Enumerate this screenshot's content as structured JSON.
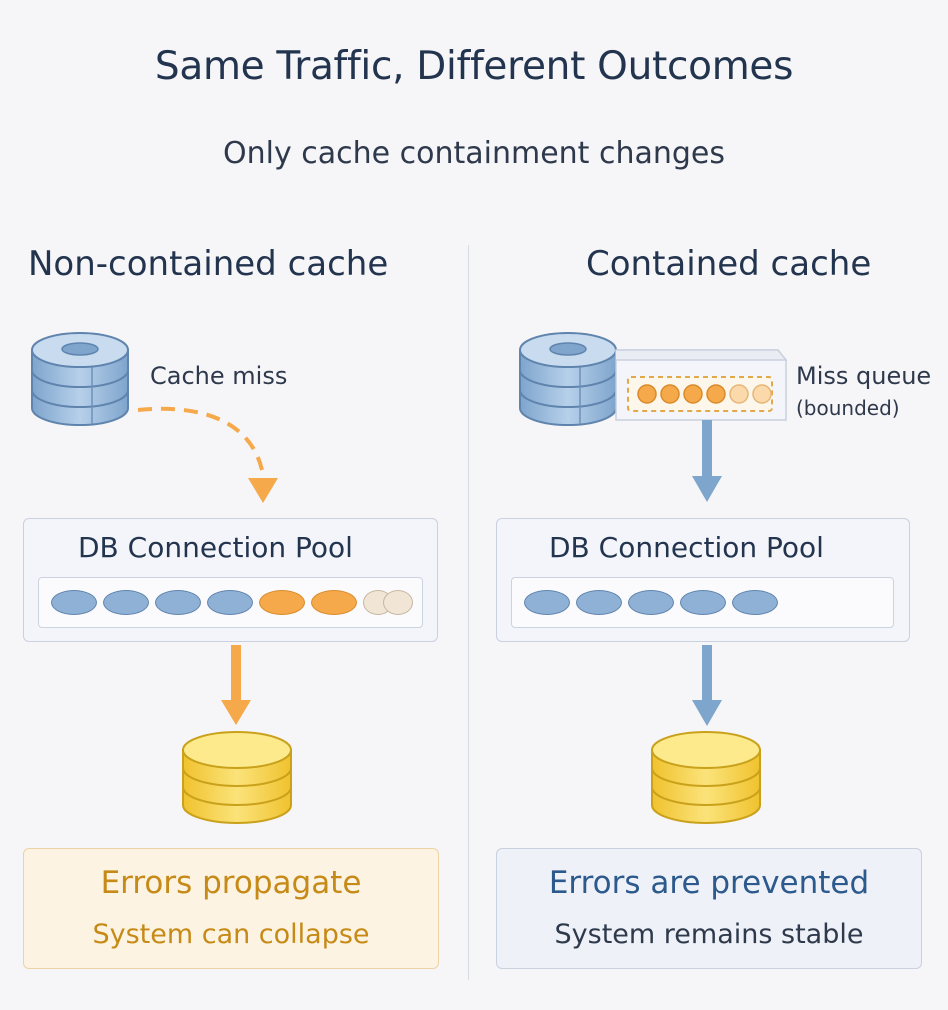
{
  "header": {
    "title": "Same Traffic, Different Outcomes",
    "subtitle": "Only cache containment changes"
  },
  "colors": {
    "cache_blue": "#8fb1d6",
    "arrow_orange": "#f5a94a",
    "arrow_blue": "#7ea6cc",
    "db_gold": "#f7d54a",
    "error_orange": "#c68a17",
    "stable_blue": "#2c5a8c"
  },
  "left": {
    "heading": "Non-contained cache",
    "cache_label": "Cache miss",
    "pool": {
      "title": "DB Connection Pool",
      "slots": [
        "normal",
        "normal",
        "normal",
        "normal",
        "hot",
        "hot",
        "faded",
        "faded"
      ]
    },
    "result": {
      "headline": "Errors propagate",
      "detail": "System can collapse"
    }
  },
  "right": {
    "heading": "Contained cache",
    "queue_label": "Miss queue",
    "queue_note": "(bounded)",
    "queue_items": [
      "filled",
      "filled",
      "filled",
      "filled",
      "light",
      "light"
    ],
    "pool": {
      "title": "DB Connection Pool",
      "slots": [
        "normal",
        "normal",
        "normal",
        "normal",
        "normal"
      ]
    },
    "result": {
      "headline": "Errors are prevented",
      "detail": "System remains stable"
    }
  }
}
